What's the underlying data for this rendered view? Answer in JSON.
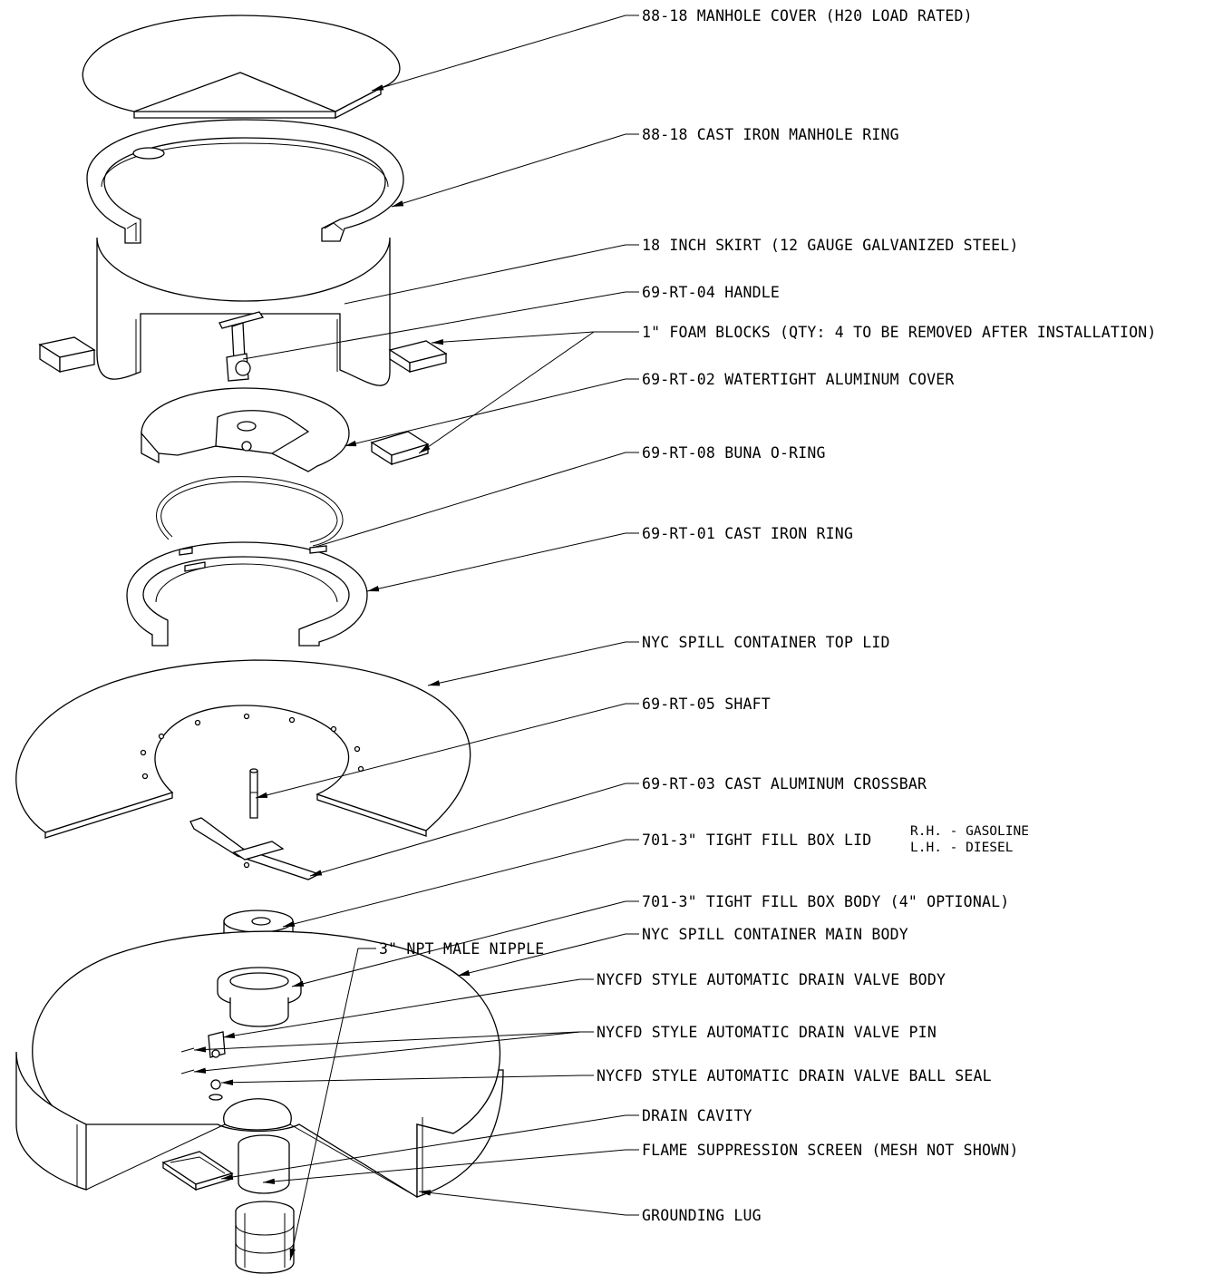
{
  "colors": {
    "ink": "#000000",
    "paper": "#ffffff"
  },
  "callouts": [
    {
      "id": "manhole-cover",
      "label": "88-18 MANHOLE COVER (H20 LOAD RATED)"
    },
    {
      "id": "manhole-ring",
      "label": "88-18 CAST IRON MANHOLE RING"
    },
    {
      "id": "skirt",
      "label": "18 INCH SKIRT (12 GAUGE GALVANIZED STEEL)"
    },
    {
      "id": "handle",
      "label": "69-RT-04 HANDLE"
    },
    {
      "id": "foam-blocks",
      "label": "1\" FOAM BLOCKS (QTY: 4 TO BE REMOVED AFTER INSTALLATION)"
    },
    {
      "id": "aluminum-cover",
      "label": "69-RT-02 WATERTIGHT ALUMINUM COVER"
    },
    {
      "id": "o-ring",
      "label": "69-RT-08 BUNA O-RING"
    },
    {
      "id": "cast-iron-ring",
      "label": "69-RT-01 CAST IRON RING"
    },
    {
      "id": "top-lid",
      "label": "NYC SPILL CONTAINER TOP LID"
    },
    {
      "id": "shaft",
      "label": "69-RT-05 SHAFT"
    },
    {
      "id": "crossbar",
      "label": "69-RT-03 CAST ALUMINUM CROSSBAR"
    },
    {
      "id": "fill-box-lid",
      "label": "701-3\" TIGHT FILL BOX LID",
      "variants": [
        "R.H. - GASOLINE",
        "L.H. - DIESEL"
      ]
    },
    {
      "id": "fill-box-body",
      "label": "701-3\" TIGHT FILL BOX BODY (4\" OPTIONAL)"
    },
    {
      "id": "main-body",
      "label": "NYC SPILL CONTAINER MAIN BODY"
    },
    {
      "id": "drain-valve-body",
      "label": "NYCFD STYLE AUTOMATIC DRAIN VALVE BODY"
    },
    {
      "id": "drain-valve-pin",
      "label": "NYCFD STYLE AUTOMATIC DRAIN VALVE PIN"
    },
    {
      "id": "ball-seal",
      "label": "NYCFD STYLE AUTOMATIC DRAIN VALVE BALL SEAL"
    },
    {
      "id": "drain-cavity",
      "label": "DRAIN CAVITY"
    },
    {
      "id": "flame-screen",
      "label": "FLAME SUPPRESSION SCREEN (MESH NOT SHOWN)"
    },
    {
      "id": "grounding-lug",
      "label": "GROUNDING LUG"
    },
    {
      "id": "npt-nipple",
      "label": "3\" NPT MALE NIPPLE"
    }
  ]
}
